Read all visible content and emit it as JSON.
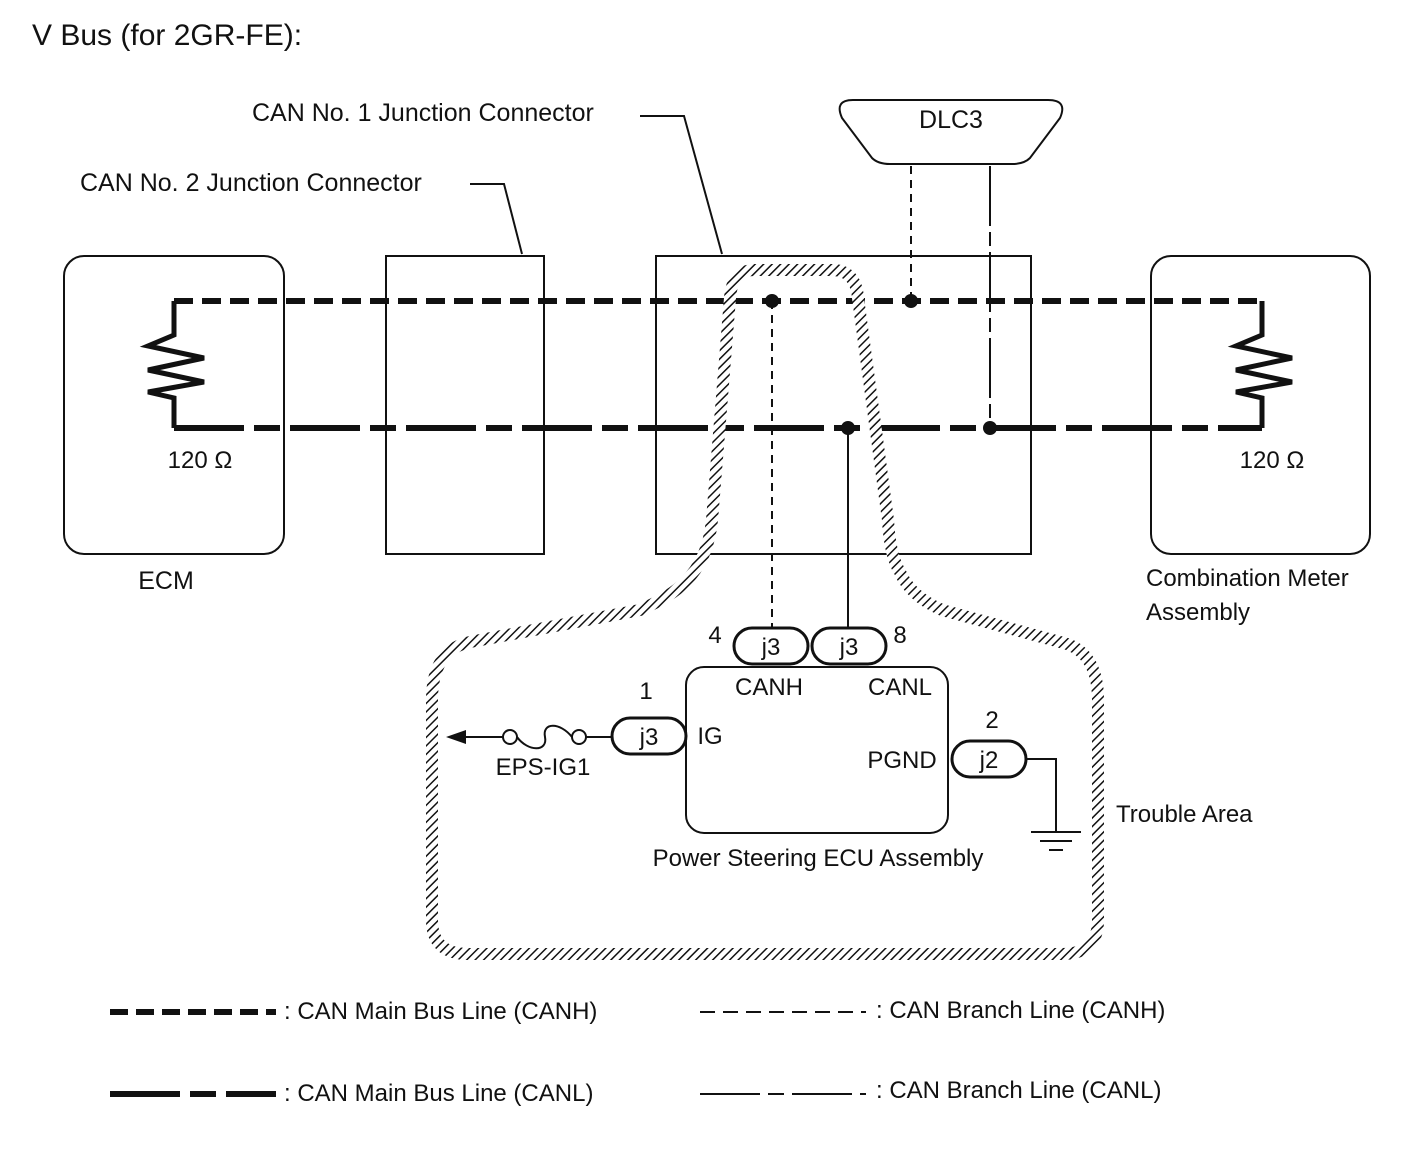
{
  "title": "V Bus (for 2GR-FE):",
  "labels": {
    "can1_junction": "CAN No. 1 Junction Connector",
    "can2_junction": "CAN No. 2 Junction Connector",
    "dlc3": "DLC3",
    "ecm": "ECM",
    "ecm_resistor": "120 Ω",
    "meter_resistor": "120 Ω",
    "meter_line1": "Combination Meter",
    "meter_line2": "Assembly",
    "ps_ecu": "Power Steering ECU Assembly",
    "trouble_area": "Trouble Area",
    "fuse": "EPS-IG1"
  },
  "connectors": {
    "canh": {
      "id": "j3",
      "pin": "4",
      "signal": "CANH"
    },
    "canl": {
      "id": "j3",
      "pin": "8",
      "signal": "CANL"
    },
    "ig": {
      "id": "j3",
      "pin": "1",
      "signal": "IG"
    },
    "pgnd": {
      "id": "j2",
      "pin": "2",
      "signal": "PGND"
    }
  },
  "legend": [
    {
      "text": ": CAN Main Bus Line (CANH)",
      "style": "main-canh"
    },
    {
      "text": ": CAN Branch Line (CANH)",
      "style": "branch-canh"
    },
    {
      "text": ": CAN Main Bus Line (CANL)",
      "style": "main-canl"
    },
    {
      "text": ": CAN Branch Line (CANL)",
      "style": "branch-canl"
    }
  ],
  "colors": {
    "ink": "#111111",
    "background": "#ffffff"
  }
}
